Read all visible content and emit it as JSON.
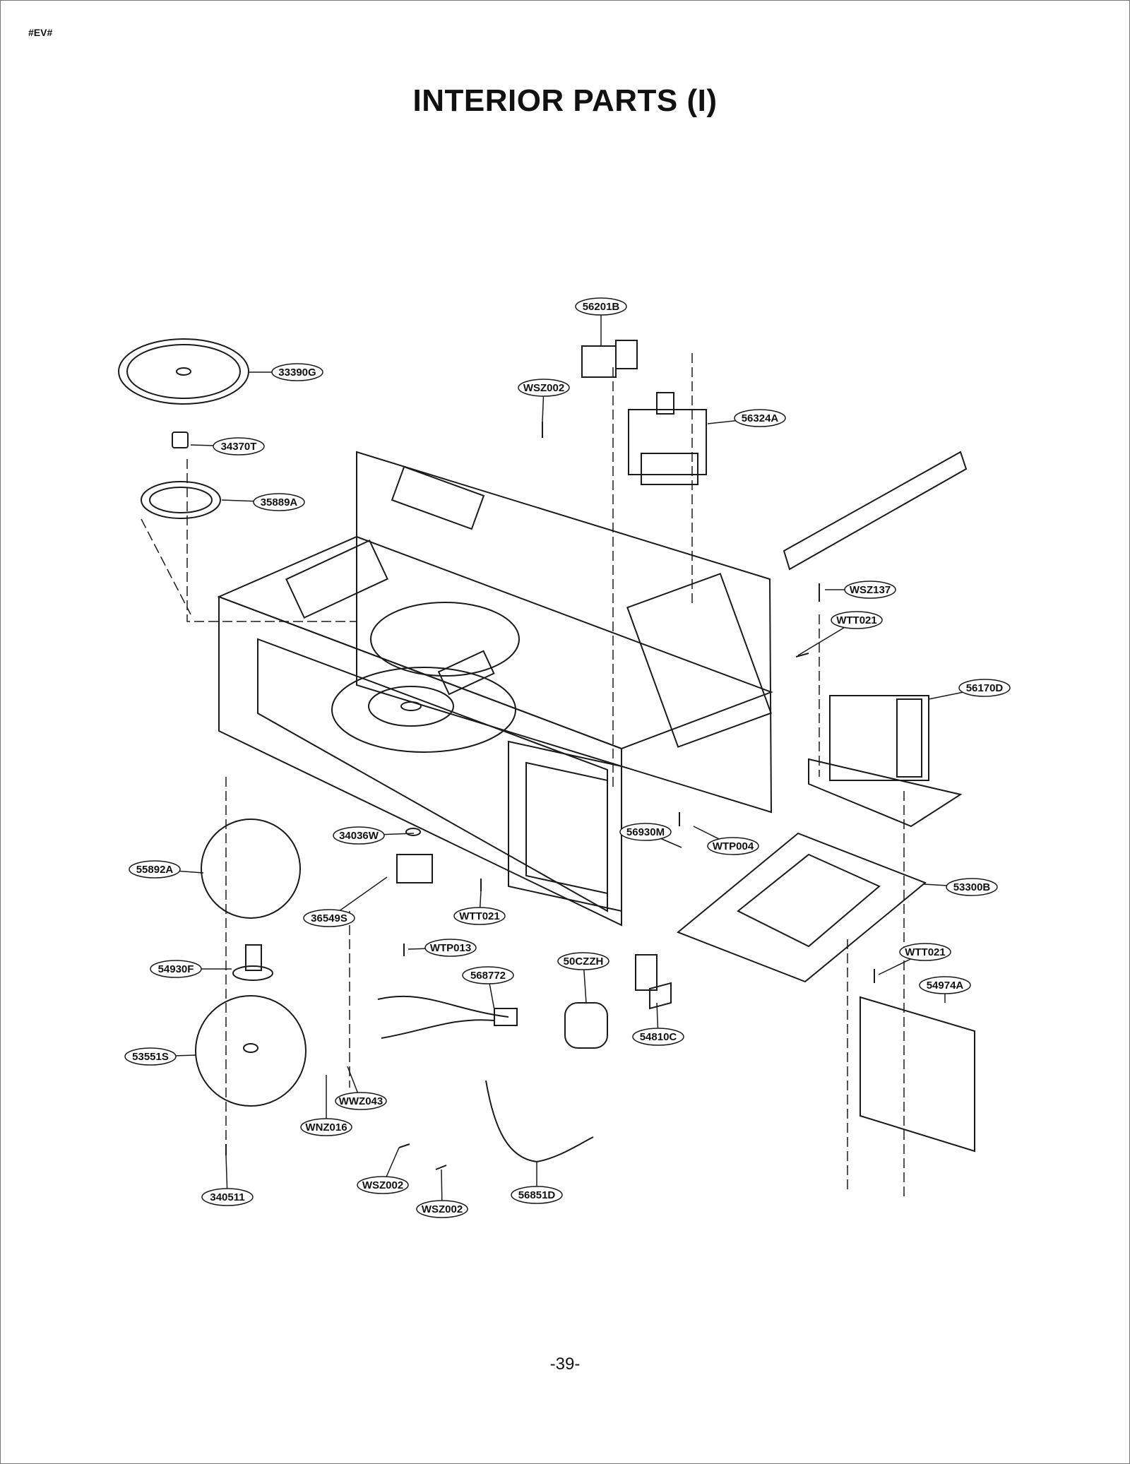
{
  "document": {
    "code": "#EV#",
    "title": "INTERIOR PARTS (I)",
    "page_number": "-39-"
  },
  "part_labels": [
    "56201B",
    "33390G",
    "WSZ002",
    "56324A",
    "34370T",
    "35889A",
    "WSZ137",
    "WTT021",
    "56170D",
    "34036W",
    "56930M",
    "WTP004",
    "55892A",
    "53300B",
    "36549S",
    "WTT021",
    "WTP013",
    "WTT021",
    "50CZZH",
    "568772",
    "54930F",
    "54974A",
    "54810C",
    "53551S",
    "WWZ043",
    "WNZ016",
    "340511",
    "WSZ002",
    "56851D",
    "WSZ002"
  ],
  "colors": {
    "line": "#1a1a1a",
    "background": "#ffffff"
  }
}
